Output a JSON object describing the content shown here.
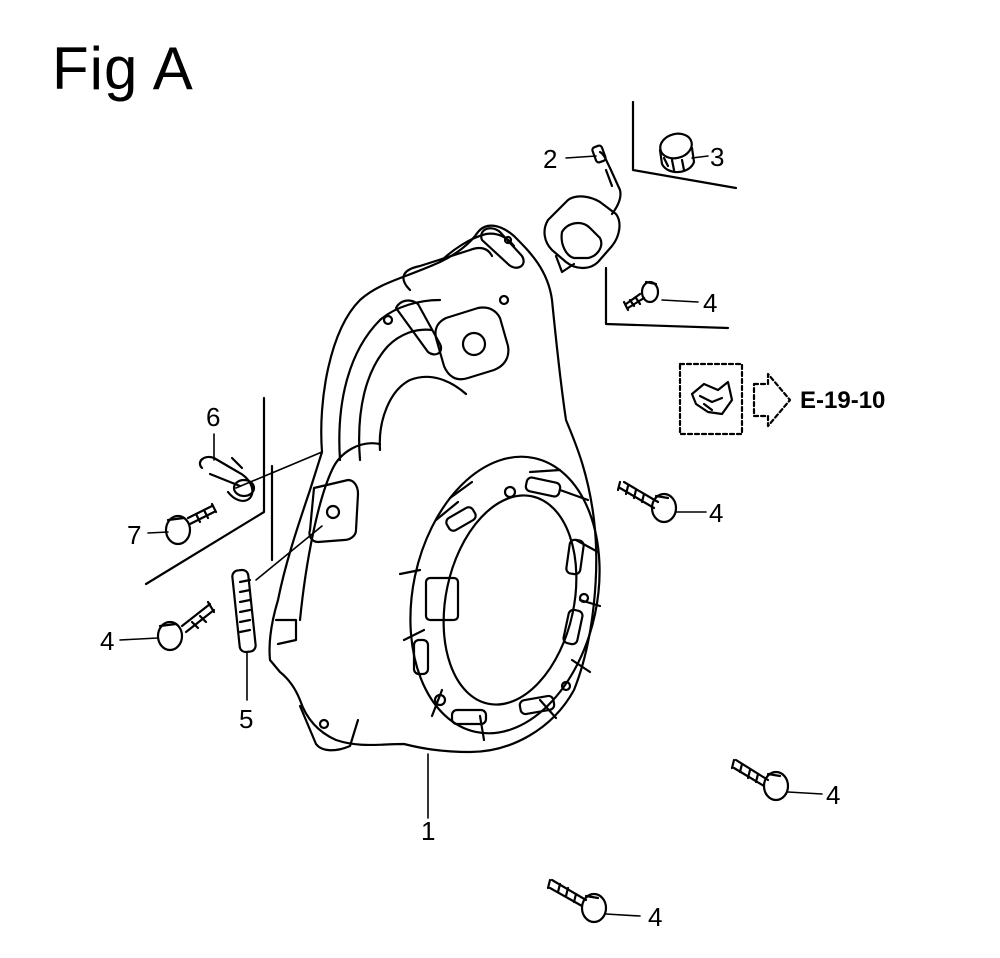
{
  "figure": {
    "title": "Fig A",
    "reference": "E-19-10"
  },
  "callouts": [
    {
      "id": "c2",
      "label": "2"
    },
    {
      "id": "c3",
      "label": "3"
    },
    {
      "id": "c4a",
      "label": "4"
    },
    {
      "id": "c4b",
      "label": "4"
    },
    {
      "id": "c6",
      "label": "6"
    },
    {
      "id": "c7",
      "label": "7"
    },
    {
      "id": "c4c",
      "label": "4"
    },
    {
      "id": "c5",
      "label": "5"
    },
    {
      "id": "c1",
      "label": "1"
    },
    {
      "id": "c4d",
      "label": "4"
    },
    {
      "id": "c4e",
      "label": "4"
    }
  ]
}
